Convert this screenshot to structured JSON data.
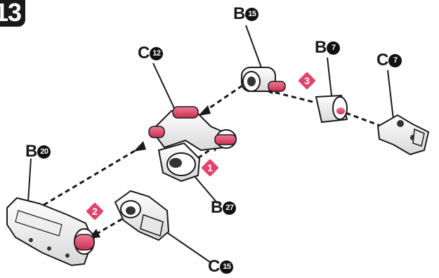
{
  "step": "13",
  "labels": {
    "b15": {
      "letter": "B",
      "num": "15"
    },
    "b7": {
      "letter": "B",
      "num": "7"
    },
    "c7": {
      "letter": "C",
      "num": "7"
    },
    "c12": {
      "letter": "C",
      "num": "12"
    },
    "b20": {
      "letter": "B",
      "num": "20"
    },
    "b27": {
      "letter": "B",
      "num": "27"
    },
    "c15": {
      "letter": "C",
      "num": "15"
    }
  },
  "badges": {
    "one": "1",
    "two": "2",
    "three": "3"
  },
  "colors": {
    "peg": "#e0446a",
    "part": "#f4f4f4",
    "outline": "#1a1a1a",
    "badge": "#e0446a"
  }
}
